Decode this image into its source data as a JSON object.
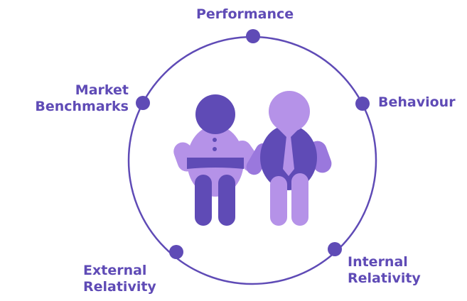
{
  "diagram": {
    "nodes": [
      {
        "id": "performance",
        "lines": [
          "Performance"
        ]
      },
      {
        "id": "behaviour",
        "lines": [
          "Behaviour"
        ]
      },
      {
        "id": "market",
        "lines": [
          "Market",
          "Benchmarks"
        ]
      },
      {
        "id": "internal",
        "lines": [
          "Internal",
          "Relativity"
        ]
      },
      {
        "id": "external",
        "lines": [
          "External",
          "Relativity"
        ]
      }
    ]
  },
  "colors": {
    "text": "#5f4bb6",
    "ring": "#5f4bb6",
    "dot": "#5f4bb6",
    "figure_dark": "#5f4bb6",
    "figure_light": "#b592e8",
    "figure_mid": "#9a78dd"
  }
}
